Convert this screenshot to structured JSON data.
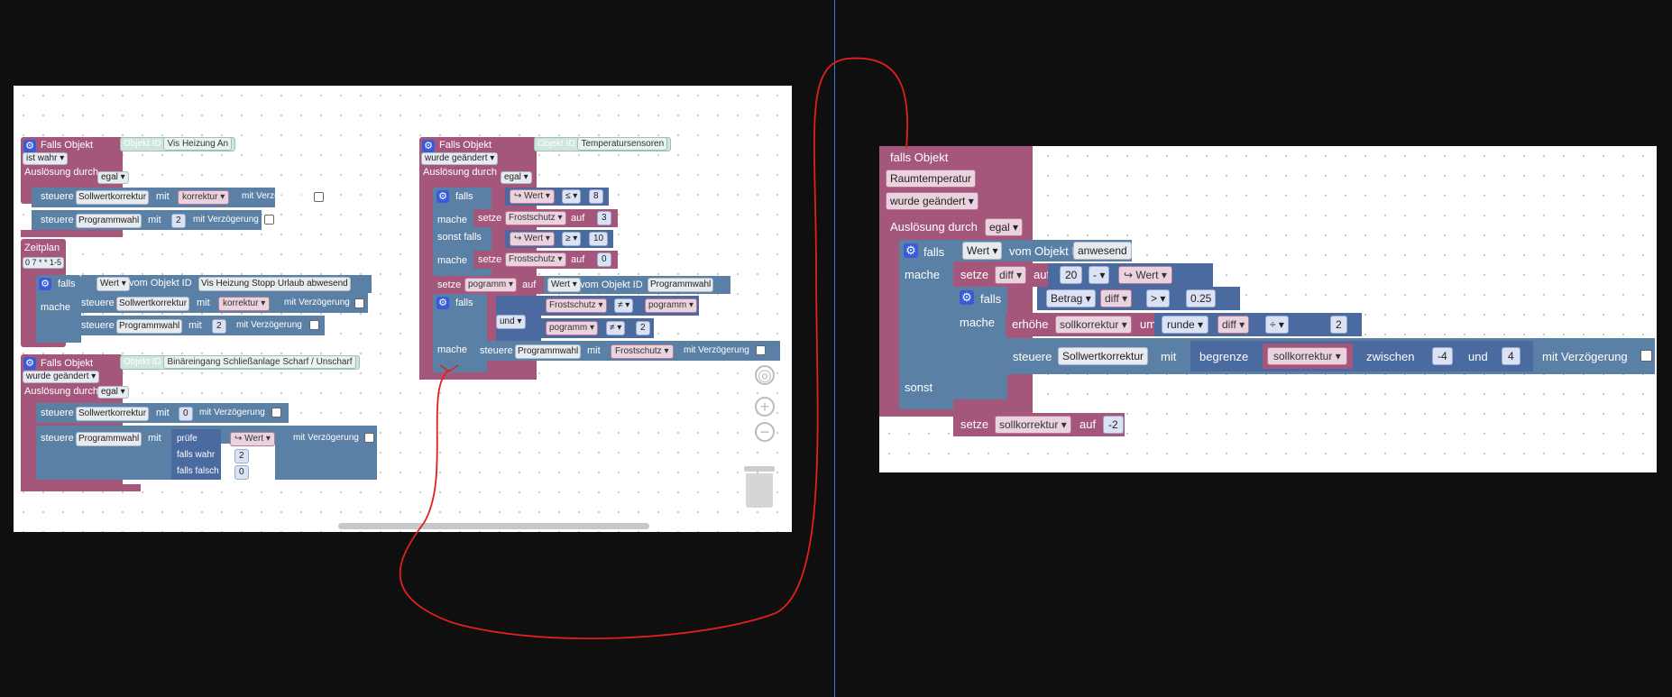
{
  "colors": {
    "event": "#a5577b",
    "action": "#5b80a5",
    "logic": "#4a6aa0",
    "background": "#0f0f0f",
    "annotation": "#e02020"
  },
  "left": {
    "b1": {
      "title": "Falls Objekt",
      "oid_label": "Objekt ID",
      "oid_value": "Vis Heizung An",
      "cond": "ist wahr",
      "trigger_label": "Auslösung durch",
      "trigger_value": "egal",
      "r1": {
        "steuere": "steuere",
        "obj": "Sollwertkorrektur",
        "mit": "mit",
        "val": "korrektur",
        "delay": "mit Verzögerung"
      },
      "r2": {
        "steuere": "steuere",
        "obj": "Programmwahl",
        "mit": "mit",
        "val": "2",
        "delay": "mit Verzögerung"
      }
    },
    "b2": {
      "title": "Zeitplan",
      "cron": "0 7 * * 1-5",
      "falls": "falls",
      "wert": "Wert",
      "vom": "vom Objekt ID",
      "oid": "Vis Heizung Stopp Urlaub abwesend",
      "mache": "mache",
      "r1": {
        "steuere": "steuere",
        "obj": "Sollwertkorrektur",
        "mit": "mit",
        "val": "korrektur",
        "delay": "mit Verzögerung"
      },
      "r2": {
        "steuere": "steuere",
        "obj": "Programmwahl",
        "mit": "mit",
        "val": "2",
        "delay": "mit Verzögerung"
      }
    },
    "b3": {
      "title": "Falls Objekt",
      "oid_label": "Objekt ID",
      "oid_value": "Binäreingang Schließanlage Scharf / Unscharf",
      "cond": "wurde geändert",
      "trigger_label": "Auslösung durch",
      "trigger_value": "egal",
      "r1": {
        "steuere": "steuere",
        "obj": "Sollwertkorrektur",
        "mit": "mit",
        "val": "0",
        "delay": "mit Verzögerung"
      },
      "r2": {
        "steuere": "steuere",
        "obj": "Programmwahl",
        "mit": "mit",
        "delay": "mit Verzögerung",
        "pruefe": "prüfe",
        "wert": "Wert",
        "falls_wahr": "falls wahr",
        "wahr_val": "2",
        "falls_falsch": "falls falsch",
        "falsch_val": "0"
      }
    },
    "b4": {
      "title": "Falls Objekt",
      "oid_label": "Objekt ID",
      "oid_value": "Temperatursensoren",
      "cond": "wurde geändert",
      "trigger_label": "Auslösung durch",
      "trigger_value": "egal",
      "falls": "falls",
      "wert": "Wert",
      "op1": "≤",
      "v1": "8",
      "mache": "mache",
      "setze": "setze",
      "var": "Frostschutz",
      "auf": "auf",
      "set1": "3",
      "sonst_falls": "sonst falls",
      "op2": "≥",
      "v2": "10",
      "set2": "0",
      "setze2": "setze",
      "var2": "pogramm",
      "auf2": "auf",
      "wert2": "Wert",
      "vom": "vom Objekt ID",
      "oid2": "Programmwahl",
      "falls2": "falls",
      "und": "und",
      "cmp1a": "Frostschutz",
      "ne": "≠",
      "cmp1b": "pogramm",
      "cmp2a": "pogramm",
      "cmp2b": "2",
      "mache2": "mache",
      "steuere": "steuere",
      "obj": "Programmwahl",
      "mit": "mit",
      "val": "Frostschutz",
      "delay": "mit Verzögerung"
    }
  },
  "right": {
    "title": "falls Objekt",
    "object": "Raumtemperatur",
    "cond": "wurde geändert",
    "trigger_label": "Auslösung durch",
    "trigger_value": "egal",
    "falls": "falls",
    "wert": "Wert",
    "vom": "vom Objekt ID",
    "oid": "anwesend",
    "mache": "mache",
    "setze": "setze",
    "diff": "diff",
    "auf": "auf",
    "n20": "20",
    "minus": "-",
    "wert2": "Wert",
    "falls2": "falls",
    "betrag": "Betrag",
    "gt": ">",
    "thr": "0.25",
    "mache2": "mache",
    "erhoehe": "erhöhe",
    "sollk": "sollkorrektur",
    "um": "um",
    "runde": "runde",
    "div": "÷",
    "two": "2",
    "steuere": "steuere",
    "obj": "Sollwertkorrektur",
    "mit": "mit",
    "begrenze": "begrenze",
    "zwischen": "zwischen",
    "lo": "-4",
    "und": "und",
    "hi": "4",
    "delay": "mit Verzögerung",
    "sonst": "sonst",
    "setze3": "setze",
    "auf3": "auf",
    "val3": "-2"
  }
}
